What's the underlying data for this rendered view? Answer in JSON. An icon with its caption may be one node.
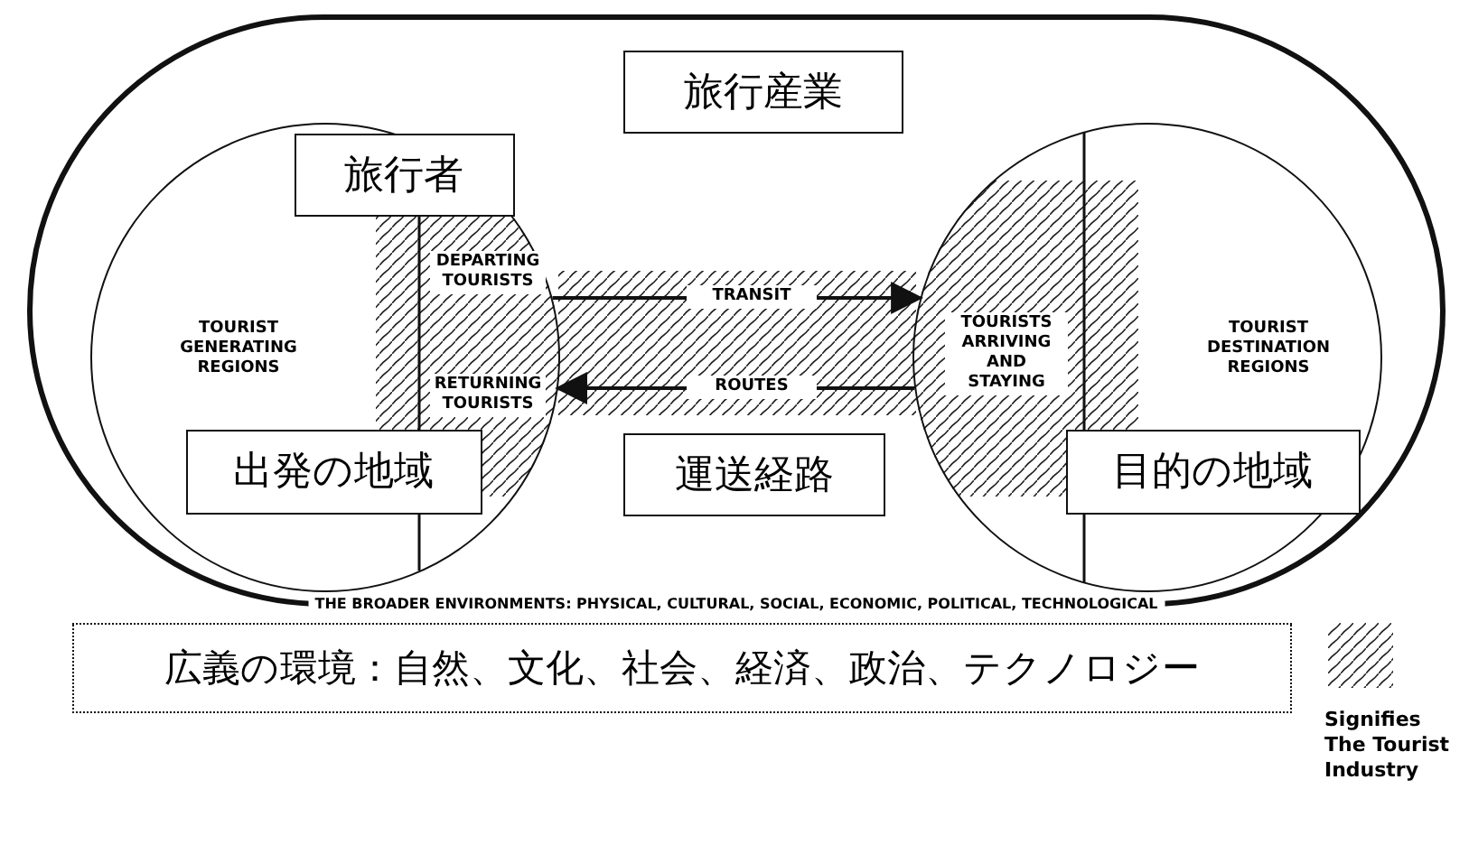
{
  "diagram": {
    "nodes": [
      {
        "text": [
          "THE BROADER ENVIRONMENTS: PHYSICAL, CULTURAL, SOCIAL, ECONOMIC, POLITICAL, TECHNOLOGICAL"
        ]
      },
      {
        "text": [
          "旅行産業"
        ],
        "in": 0
      },
      {
        "text": [
          "TOURIST GENERATING REGIONS",
          "DEPARTING TOURISTS",
          "RETURNING TOURISTS"
        ],
        "in": 0
      },
      {
        "text": [
          "旅行者"
        ],
        "in": 2
      },
      {
        "text": [
          "出発の地域"
        ],
        "in": 2
      },
      {
        "text": [
          "運送経路"
        ],
        "in": 0
      },
      {
        "text": [
          "TOURISTS ARRIVING AND STAYING",
          "TOURIST DESTINATION REGIONS"
        ],
        "in": 0
      },
      {
        "text": [
          "目的の地域"
        ],
        "in": 6
      },
      {
        "text": [
          "広義の環境：自然、文化、社会、経済、政治、テクノロジー"
        ]
      }
    ],
    "edges": [
      {
        "from": 2,
        "to": 6,
        "arrow": "to",
        "label": "TRANSIT"
      },
      {
        "from": 6,
        "to": 2,
        "arrow": "to",
        "label": "ROUTES"
      }
    ],
    "legend": [
      {
        "text": "Signifies The Tourist Industry"
      }
    ]
  }
}
